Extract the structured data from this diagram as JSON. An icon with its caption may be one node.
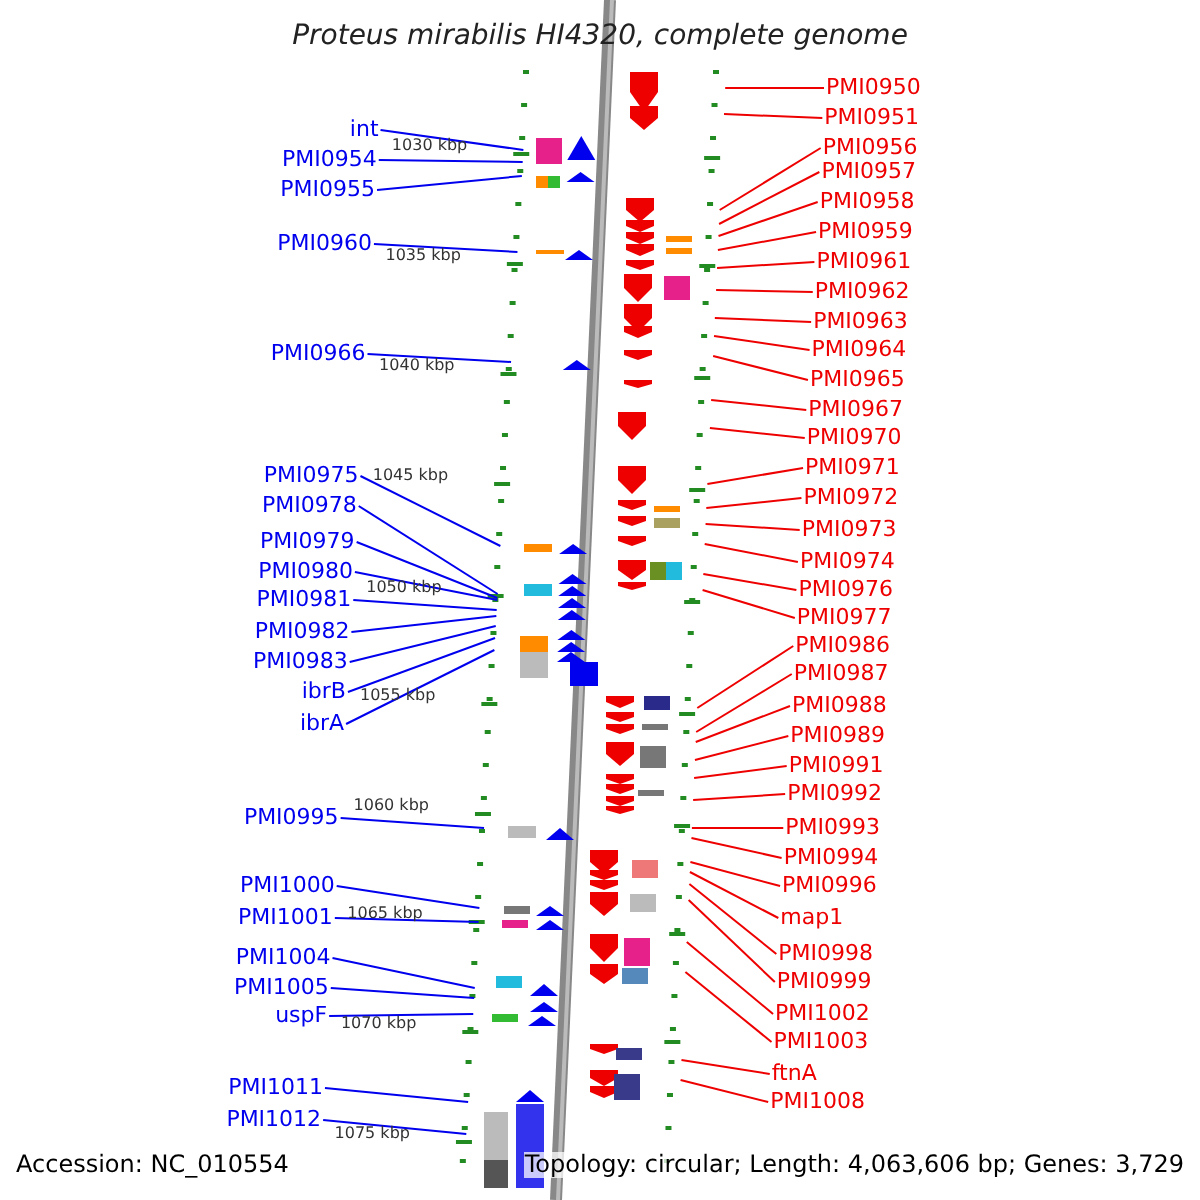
{
  "diagram": {
    "title": "Proteus mirabilis HI4320, complete genome",
    "nodes": [
      {
        "text": [
          "int"
        ]
      },
      {
        "text": [
          "PMI0954"
        ]
      },
      {
        "text": [
          "PMI0955"
        ]
      },
      {
        "text": [
          "PMI0960"
        ]
      },
      {
        "text": [
          "PMI0966"
        ]
      },
      {
        "text": [
          "PMI0975"
        ]
      },
      {
        "text": [
          "PMI0978"
        ]
      },
      {
        "text": [
          "PMI0979"
        ]
      },
      {
        "text": [
          "PMI0980"
        ]
      },
      {
        "text": [
          "PMI0981"
        ]
      },
      {
        "text": [
          "PMI0982"
        ]
      },
      {
        "text": [
          "PMI0983"
        ]
      },
      {
        "text": [
          "ibrB"
        ]
      },
      {
        "text": [
          "ibrA"
        ]
      },
      {
        "text": [
          "PMI0995"
        ]
      },
      {
        "text": [
          "PMI1000"
        ]
      },
      {
        "text": [
          "PMI1001"
        ]
      },
      {
        "text": [
          "PMI1004"
        ]
      },
      {
        "text": [
          "PMI1005"
        ]
      },
      {
        "text": [
          "uspF"
        ]
      },
      {
        "text": [
          "PMI1011"
        ]
      },
      {
        "text": [
          "PMI1012"
        ]
      },
      {
        "text": [
          "PMI0950"
        ]
      },
      {
        "text": [
          "PMI0951"
        ]
      },
      {
        "text": [
          "PMI0956"
        ]
      },
      {
        "text": [
          "PMI0957"
        ]
      },
      {
        "text": [
          "PMI0958"
        ]
      },
      {
        "text": [
          "PMI0959"
        ]
      },
      {
        "text": [
          "PMI0961"
        ]
      },
      {
        "text": [
          "PMI0962"
        ]
      },
      {
        "text": [
          "PMI0963"
        ]
      },
      {
        "text": [
          "PMI0964"
        ]
      },
      {
        "text": [
          "PMI0965"
        ]
      },
      {
        "text": [
          "PMI0967"
        ]
      },
      {
        "text": [
          "PMI0970"
        ]
      },
      {
        "text": [
          "PMI0971"
        ]
      },
      {
        "text": [
          "PMI0972"
        ]
      },
      {
        "text": [
          "PMI0973"
        ]
      },
      {
        "text": [
          "PMI0974"
        ]
      },
      {
        "text": [
          "PMI0976"
        ]
      },
      {
        "text": [
          "PMI0977"
        ]
      },
      {
        "text": [
          "PMI0986"
        ]
      },
      {
        "text": [
          "PMI0987"
        ]
      },
      {
        "text": [
          "PMI0988"
        ]
      },
      {
        "text": [
          "PMI0989"
        ]
      },
      {
        "text": [
          "PMI0991"
        ]
      },
      {
        "text": [
          "PMI0992"
        ]
      },
      {
        "text": [
          "PMI0993"
        ]
      },
      {
        "text": [
          "PMI0994"
        ]
      },
      {
        "text": [
          "PMI0996"
        ]
      },
      {
        "text": [
          "map1"
        ]
      },
      {
        "text": [
          "PMI0998"
        ]
      },
      {
        "text": [
          "PMI0999"
        ]
      },
      {
        "text": [
          "PMI1002"
        ]
      },
      {
        "text": [
          "PMI1003"
        ]
      },
      {
        "text": [
          "ftnA"
        ]
      },
      {
        "text": [
          "PMI1008"
        ]
      }
    ],
    "edges": [
      {
        "from": 0,
        "to": null,
        "arrow": "none",
        "color": "#0000ee"
      },
      {
        "from": 1,
        "to": null,
        "arrow": "none",
        "color": "#0000ee"
      },
      {
        "from": 2,
        "to": null,
        "arrow": "none",
        "color": "#0000ee"
      },
      {
        "from": 3,
        "to": null,
        "arrow": "none",
        "color": "#0000ee"
      },
      {
        "from": 4,
        "to": null,
        "arrow": "none",
        "color": "#0000ee"
      },
      {
        "from": 5,
        "to": null,
        "arrow": "none",
        "color": "#0000ee"
      },
      {
        "from": 6,
        "to": null,
        "arrow": "none",
        "color": "#0000ee"
      },
      {
        "from": 7,
        "to": null,
        "arrow": "none",
        "color": "#0000ee"
      },
      {
        "from": 8,
        "to": null,
        "arrow": "none",
        "color": "#0000ee"
      },
      {
        "from": 9,
        "to": null,
        "arrow": "none",
        "color": "#0000ee"
      },
      {
        "from": 10,
        "to": null,
        "arrow": "none",
        "color": "#0000ee"
      },
      {
        "from": 11,
        "to": null,
        "arrow": "none",
        "color": "#0000ee"
      },
      {
        "from": 12,
        "to": null,
        "arrow": "none",
        "color": "#0000ee"
      },
      {
        "from": 13,
        "to": null,
        "arrow": "none",
        "color": "#0000ee"
      },
      {
        "from": 14,
        "to": null,
        "arrow": "none",
        "color": "#0000ee"
      },
      {
        "from": 15,
        "to": null,
        "arrow": "none",
        "color": "#0000ee"
      },
      {
        "from": 16,
        "to": null,
        "arrow": "none",
        "color": "#0000ee"
      },
      {
        "from": 17,
        "to": null,
        "arrow": "none",
        "color": "#0000ee"
      },
      {
        "from": 18,
        "to": null,
        "arrow": "none",
        "color": "#0000ee"
      },
      {
        "from": 19,
        "to": null,
        "arrow": "none",
        "color": "#0000ee"
      },
      {
        "from": 20,
        "to": null,
        "arrow": "none",
        "color": "#0000ee"
      },
      {
        "from": 21,
        "to": null,
        "arrow": "none",
        "color": "#0000ee"
      },
      {
        "from": 22,
        "to": null,
        "arrow": "none"
      },
      {
        "from": 23,
        "to": null,
        "arrow": "none"
      },
      {
        "from": 24,
        "to": null,
        "arrow": "none"
      },
      {
        "from": 25,
        "to": null,
        "arrow": "none"
      },
      {
        "from": 26,
        "to": null,
        "arrow": "none"
      },
      {
        "from": 27,
        "to": null,
        "arrow": "none"
      },
      {
        "from": 28,
        "to": null,
        "arrow": "none"
      },
      {
        "from": 29,
        "to": null,
        "arrow": "none"
      },
      {
        "from": 30,
        "to": null,
        "arrow": "none"
      },
      {
        "from": 31,
        "to": null,
        "arrow": "none"
      },
      {
        "from": 32,
        "to": null,
        "arrow": "none"
      },
      {
        "from": 33,
        "to": null,
        "arrow": "none"
      },
      {
        "from": 34,
        "to": null,
        "arrow": "none"
      },
      {
        "from": 35,
        "to": null,
        "arrow": "none"
      },
      {
        "from": 36,
        "to": null,
        "arrow": "none"
      },
      {
        "from": 37,
        "to": null,
        "arrow": "none"
      },
      {
        "from": 38,
        "to": null,
        "arrow": "none"
      },
      {
        "from": 39,
        "to": null,
        "arrow": "none"
      },
      {
        "from": 40,
        "to": null,
        "arrow": "none"
      },
      {
        "from": 41,
        "to": null,
        "arrow": "none"
      },
      {
        "from": 42,
        "to": null,
        "arrow": "none"
      },
      {
        "from": 43,
        "to": null,
        "arrow": "none"
      },
      {
        "from": 44,
        "to": null,
        "arrow": "none"
      },
      {
        "from": 45,
        "to": null,
        "arrow": "none"
      },
      {
        "from": 46,
        "to": null,
        "arrow": "none"
      },
      {
        "from": 47,
        "to": null,
        "arrow": "none"
      },
      {
        "from": 48,
        "to": null,
        "arrow": "none"
      },
      {
        "from": 49,
        "to": null,
        "arrow": "none"
      },
      {
        "from": 50,
        "to": null,
        "arrow": "none"
      },
      {
        "from": 51,
        "to": null,
        "arrow": "none"
      },
      {
        "from": 52,
        "to": null,
        "arrow": "none"
      },
      {
        "from": 53,
        "to": null,
        "arrow": "none"
      },
      {
        "from": 54,
        "to": null,
        "arrow": "none"
      },
      {
        "from": 55,
        "to": null,
        "arrow": "none"
      },
      {
        "from": 56,
        "to": null,
        "arrow": "none"
      }
    ],
    "labels": [
      "1030 kbp",
      "1035 kbp",
      "1040 kbp",
      "1045 kbp",
      "1050 kbp",
      "1055 kbp",
      "1060 kbp",
      "1065 kbp",
      "1070 kbp",
      "1075 kbp",
      "Accession: NC_010554",
      "Topology: circular; Length: 4,063,606 bp; Genes: 3,729"
    ]
  }
}
